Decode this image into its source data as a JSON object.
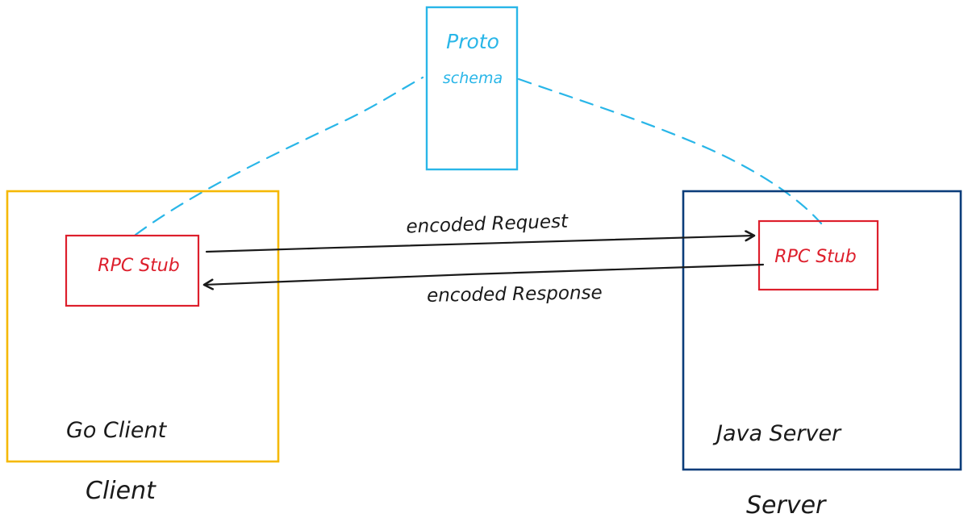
{
  "proto": {
    "line1": "Proto",
    "line2": "schema",
    "color": "#29b6e8"
  },
  "client_box": {
    "title": "Go Client",
    "color": "#f5b800"
  },
  "server_box": {
    "title": "Java Server",
    "color": "#0b3d7a"
  },
  "client_stub": {
    "label": "RPC Stub",
    "color": "#dd1f2c"
  },
  "server_stub": {
    "label": "RPC Stub",
    "color": "#dd1f2c"
  },
  "request": {
    "label": "encoded Request"
  },
  "response": {
    "label": "encoded Response"
  },
  "captions": {
    "client": "Client",
    "server": "Server"
  },
  "ink_color": "#1a1a1a"
}
